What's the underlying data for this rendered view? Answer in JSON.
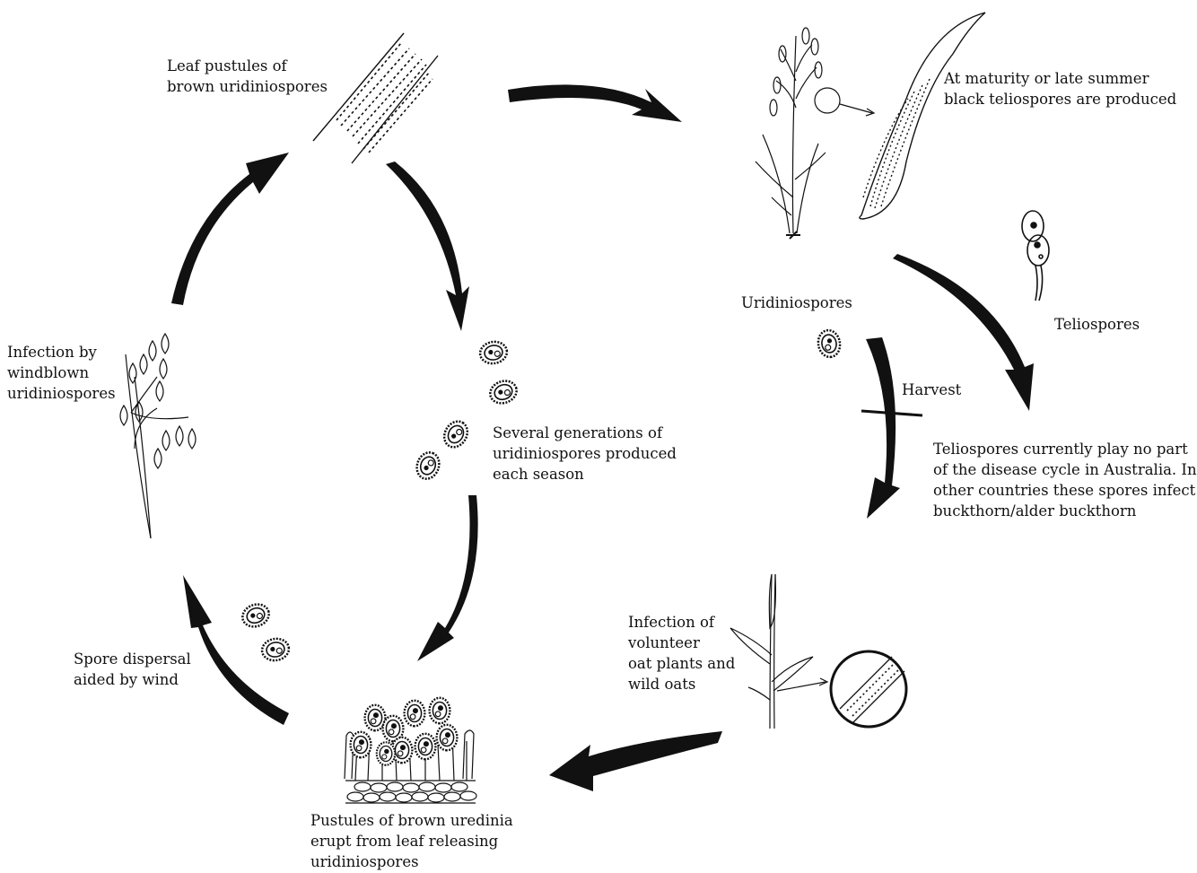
{
  "diagram": {
    "labels": {
      "leaf_pustules": [
        "Leaf pustules of",
        "brown uridiniospores"
      ],
      "maturity": [
        "At maturity or late summer",
        "black teliospores are produced"
      ],
      "uridiniospores": "Uridiniospores",
      "teliospores": "Teliospores",
      "harvest": "Harvest",
      "teliospores_note": [
        "Teliospores currently play no part",
        "of the disease cycle in Australia. In",
        "other countries these spores infect",
        "buckthorn/alder buckthorn"
      ],
      "infection_wind": [
        "Infection by",
        "windblown",
        "uridiniospores"
      ],
      "generations": [
        "Several generations of",
        "uridiniospores produced",
        "each season"
      ],
      "dispersal": [
        "Spore dispersal",
        "aided by wind"
      ],
      "volunteer": [
        "Infection of",
        "volunteer",
        "oat plants and",
        "wild oats"
      ],
      "pustules_uredinia": [
        "Pustules of brown uredinia",
        "erupt from leaf releasing",
        "uridiniospores"
      ]
    },
    "colors": {
      "ink": "#111111",
      "background": "#ffffff"
    }
  }
}
